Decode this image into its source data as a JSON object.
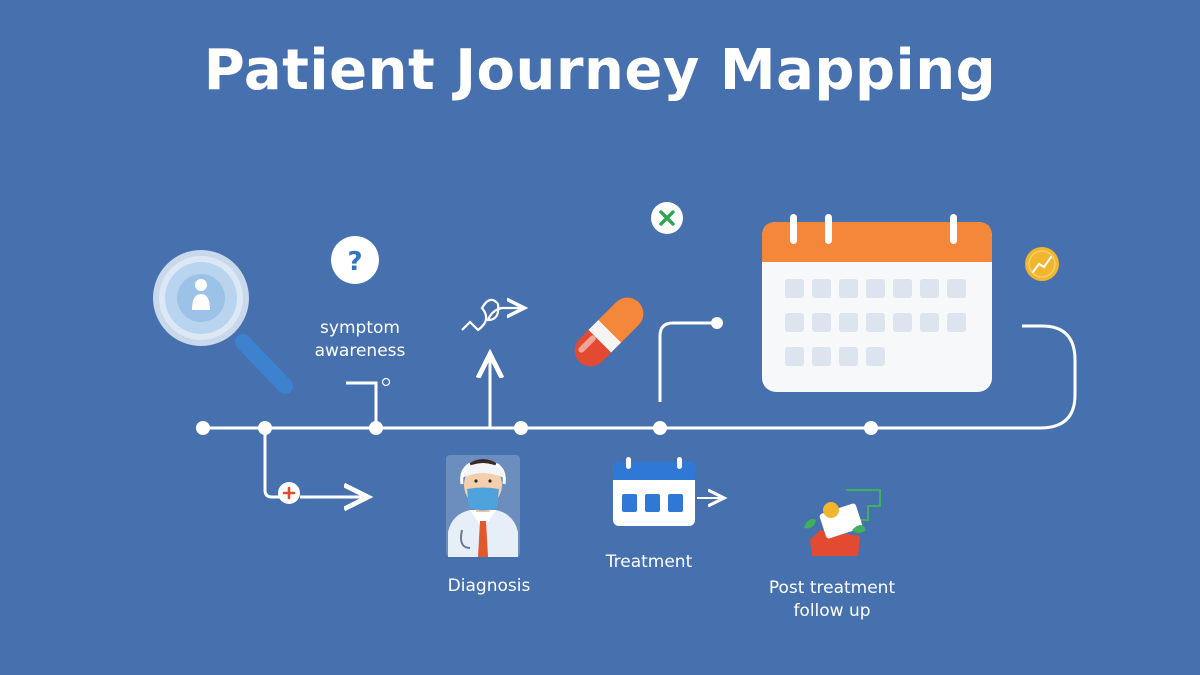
{
  "title": "Patient Journey Mapping",
  "stages": {
    "symptom_awareness": "symptom\nawareness",
    "diagnosis": "Diagnosis",
    "treatment": "Treatment",
    "post_treatment": "Post treatment\nfollow up"
  },
  "icons": {
    "magnifier": "magnifier-patient-icon",
    "question": "question-icon",
    "close": "x-icon",
    "coin": "chart-coin-icon",
    "pill": "pill-icon",
    "calendar": "calendar-icon",
    "doctor": "doctor-icon",
    "medical_plus": "medical-plus-icon",
    "small_calendar": "small-calendar-icon",
    "followup": "followup-chart-icon"
  },
  "colors": {
    "background": "#4770ae",
    "calendar_header": "#f4873a",
    "pill_red": "#e24a32",
    "coin": "#f2b62e",
    "x_mark": "#2fa654"
  }
}
